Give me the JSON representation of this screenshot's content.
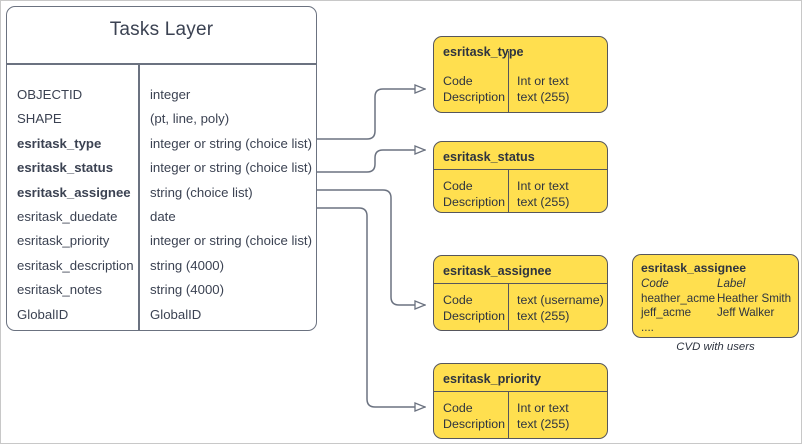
{
  "diagram": {
    "main_table": {
      "title": "Tasks Layer",
      "rows": [
        {
          "name": "OBJECTID",
          "type": "integer",
          "bold": false
        },
        {
          "name": "SHAPE",
          "type": "(pt, line, poly)",
          "bold": false
        },
        {
          "name": "esritask_type",
          "type": "integer or string (choice list)",
          "bold": true
        },
        {
          "name": "esritask_status",
          "type": "integer or string (choice list)",
          "bold": true
        },
        {
          "name": "esritask_assignee",
          "type": "string (choice list)",
          "bold": true
        },
        {
          "name": "esritask_duedate",
          "type": "date",
          "bold": false
        },
        {
          "name": "esritask_priority",
          "type": "integer or string (choice list)",
          "bold": false
        },
        {
          "name": "esritask_description",
          "type": "string (4000)",
          "bold": false
        },
        {
          "name": "esritask_notes",
          "type": "string (4000)",
          "bold": false
        },
        {
          "name": "GlobalID",
          "type": "GlobalID",
          "bold": false
        }
      ]
    },
    "domain_boxes": [
      {
        "title": "esritask_type",
        "col_a": [
          "Code",
          "Description"
        ],
        "col_b": [
          "Int or text",
          "text (255)"
        ]
      },
      {
        "title": "esritask_status",
        "col_a": [
          "Code",
          "Description"
        ],
        "col_b": [
          "Int or text",
          "text (255)"
        ]
      },
      {
        "title": "esritask_assignee",
        "col_a": [
          "Code",
          "Description"
        ],
        "col_b": [
          "text  (username)",
          "text (255)"
        ]
      },
      {
        "title": "esritask_priority",
        "col_a": [
          "Code",
          "Description"
        ],
        "col_b": [
          "Int or text",
          "text (255)"
        ]
      }
    ],
    "cvd_box": {
      "title": "esritask_assignee",
      "header": {
        "code": "Code",
        "label": "Label"
      },
      "entries": [
        {
          "code": "heather_acme",
          "label": "Heather Smith"
        },
        {
          "code": "jeff_acme",
          "label": "Jeff Walker"
        },
        {
          "code": "....",
          "label": ""
        }
      ],
      "caption": "CVD with users"
    },
    "colors": {
      "domain_fill": "#ffdf4f",
      "domain_stroke": "#56565c",
      "table_stroke": "#6b7280",
      "text": "#3b4252",
      "page_border": "#c8c8c8"
    }
  }
}
